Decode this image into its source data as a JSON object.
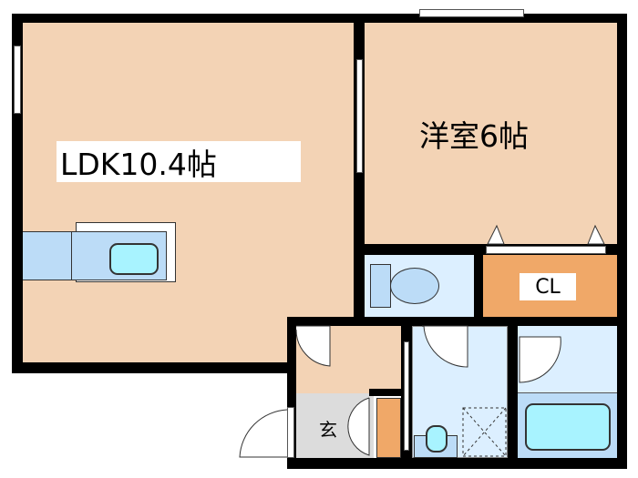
{
  "rooms": {
    "ldk": {
      "label": "LDK10.4帖"
    },
    "western_room": {
      "label": "洋室6帖"
    },
    "closet": {
      "label": "CL"
    },
    "entrance": {
      "label": "玄"
    }
  },
  "colors": {
    "living": "#f3d3b5",
    "wet_area": "#dcefff",
    "storage": "#f0a868",
    "entrance": "#dcdcdc",
    "fixture": "#a8f3ff"
  }
}
